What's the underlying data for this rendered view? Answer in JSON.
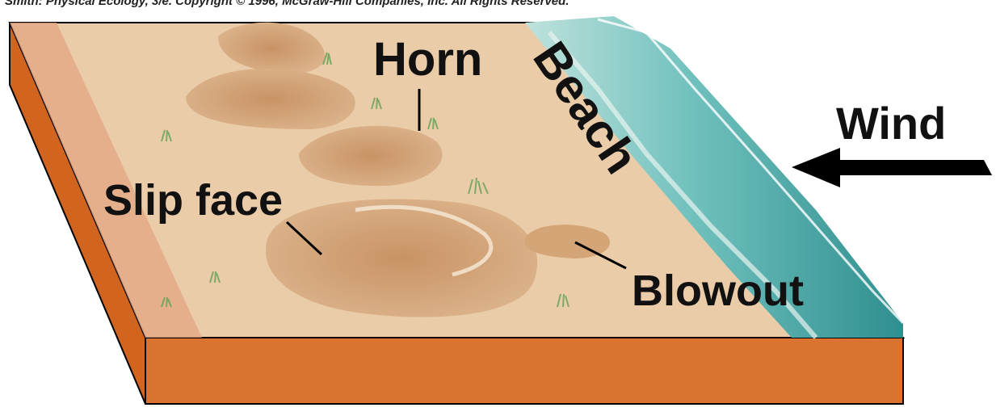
{
  "copyright": "Smith: Physical Ecology, 3/e. Copyright © 1996, McGraw-Hill Companies, Inc. All Rights Reserved.",
  "labels": {
    "horn": "Horn",
    "beach": "Beach",
    "wind": "Wind",
    "slip_face": "Slip face",
    "blowout": "Blowout"
  },
  "colors": {
    "sand_top": "#e9c9a6",
    "side_face": "#d96c2c",
    "side_dark": "#b8561f",
    "dune": "#cf9e6e",
    "water": "#5fb3b3",
    "grass": "#7fb36a"
  }
}
